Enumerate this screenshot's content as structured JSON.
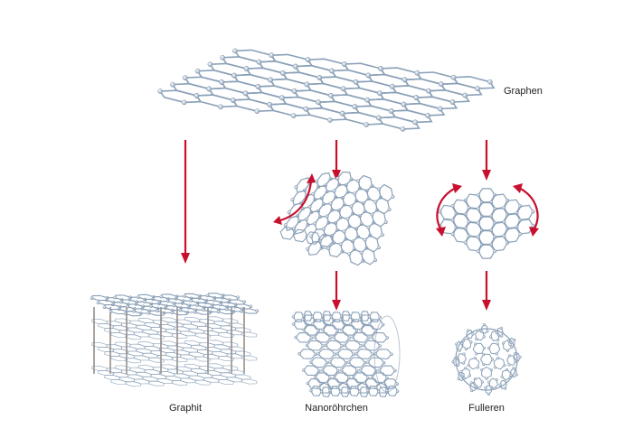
{
  "labels": {
    "graphen": "Graphen",
    "graphit": "Graphit",
    "nanoroehrchen": "Nanoröhrchen",
    "fulleren": "Fulleren"
  },
  "colors": {
    "arrow": "#c8102e",
    "bond": "#8aa0b8",
    "atom": "#b7c7d8",
    "rod": "#8a7f78",
    "text": "#222222"
  }
}
